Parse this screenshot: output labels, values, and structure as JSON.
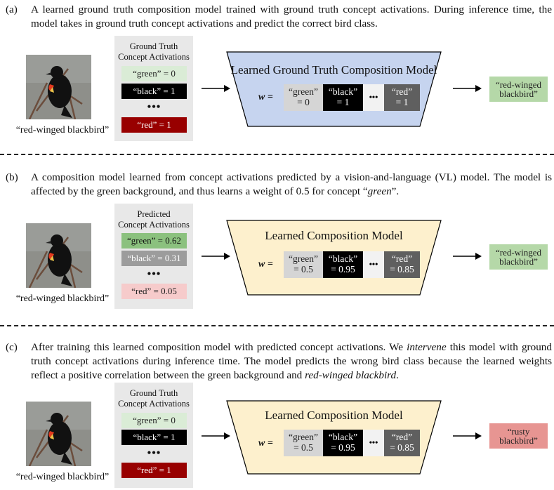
{
  "colors": {
    "gt_blue_fill": "#c6d4ef",
    "learned_yellow_fill": "#fdf0cd",
    "chip_green_light": "#daecd6",
    "chip_green_strong": "#8bc17e",
    "chip_gray": "#9c9c9c",
    "chip_black": "#000000",
    "chip_red": "#980000",
    "chip_pink": "#f6cbcb",
    "out_green": "#b5d8a8",
    "out_red": "#e79592",
    "w_gray": "#d5d5d5",
    "w_dark": "#5f5f5f"
  },
  "panels": [
    {
      "label": "(a)",
      "caption": "A learned ground truth composition model trained with ground truth concept activations. During inference time, the model takes in ground truth concept activations and predict the correct bird class.",
      "bird_image": "red-winged-blackbird-photo",
      "bird_label": "“red-winged blackbird”",
      "concept_title_1": "Ground Truth",
      "concept_title_2": "Concept Activations",
      "chips": [
        {
          "text": "“green” = 0",
          "value": 0
        },
        {
          "text": "“black” = 1",
          "value": 1
        },
        {
          "text": "“red” = 1",
          "value": 1
        }
      ],
      "dots": "•••",
      "model_title": "Learned Ground Truth Composition Model",
      "w_label": "w =",
      "weights": [
        {
          "name": "“green”",
          "value": "= 0"
        },
        {
          "name": "“black”",
          "value": "= 1"
        },
        {
          "name": "",
          "value": "•••"
        },
        {
          "name": "“red”",
          "value": "= 1"
        }
      ],
      "output_1": "“red-winged",
      "output_2": "blackbird”"
    },
    {
      "label": "(b)",
      "caption_html_parts": [
        "A composition model learned from concept activations predicted by a vision-and-language (VL) model. The model is affected by the green background, and thus learns a weight of 0.5 for concept “",
        "green",
        "”."
      ],
      "bird_image": "red-winged-blackbird-photo",
      "bird_label": "“red-winged blackbird”",
      "concept_title_1": "Predicted",
      "concept_title_2": "Concept Activations",
      "chips": [
        {
          "text": "“green” = 0.62",
          "value": 0.62
        },
        {
          "text": "“black” = 0.31",
          "value": 0.31
        },
        {
          "text": "“red” = 0.05",
          "value": 0.05
        }
      ],
      "dots": "•••",
      "model_title": "Learned Composition Model",
      "w_label": "w =",
      "weights": [
        {
          "name": "“green”",
          "value": "= 0.5"
        },
        {
          "name": "“black”",
          "value": "= 0.95"
        },
        {
          "name": "",
          "value": "•••"
        },
        {
          "name": "“red”",
          "value": "= 0.85"
        }
      ],
      "output_1": "“red-winged",
      "output_2": "blackbird”"
    },
    {
      "label": "(c)",
      "caption_parts": [
        "After training this learned composition model with predicted concept activations. We ",
        "intervene",
        " this model with ground truth concept activations during inference time. The model predicts the wrong bird class because the learned weights reflect a positive correlation between the green background and ",
        "red-winged blackbird",
        "."
      ],
      "bird_image": "red-winged-blackbird-photo",
      "bird_label": "“red-winged blackbird”",
      "concept_title_1": "Ground Truth",
      "concept_title_2": "Concept Activations",
      "chips": [
        {
          "text": "“green” = 0",
          "value": 0
        },
        {
          "text": "“black” = 1",
          "value": 1
        },
        {
          "text": "“red” = 1",
          "value": 1
        }
      ],
      "dots": "•••",
      "model_title": "Learned Composition Model",
      "w_label": "w =",
      "weights": [
        {
          "name": "“green”",
          "value": "= 0.5"
        },
        {
          "name": "“black”",
          "value": "= 0.95"
        },
        {
          "name": "",
          "value": "•••"
        },
        {
          "name": "“red”",
          "value": "= 0.85"
        }
      ],
      "output_1": "“rusty",
      "output_2": "blackbird”"
    }
  ]
}
